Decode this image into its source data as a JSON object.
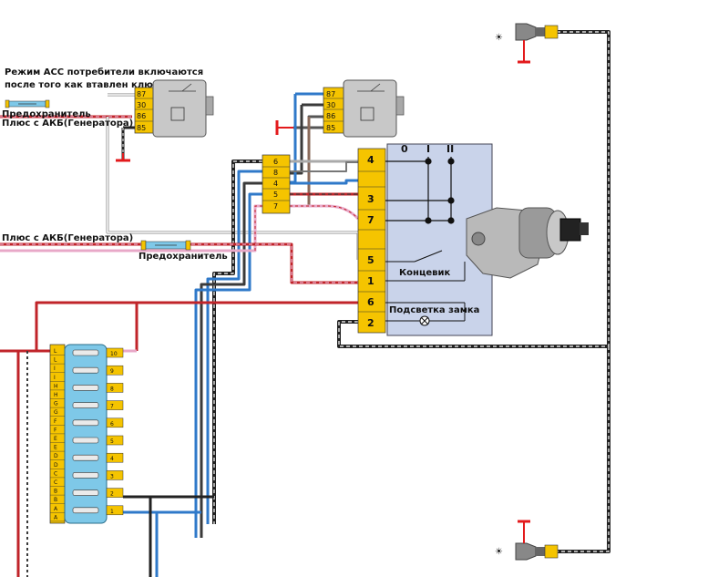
{
  "labels": {
    "acc_note_line1": "Режим ACC потребители включаются",
    "acc_note_line2": "после того как втавлен ключ",
    "fuse_top": "Предохранитель",
    "battery_top": "Плюс с АКБ(Генератора)",
    "battery_mid": "Плюс с АКБ(Генератора)",
    "fuse_mid": "Предохранитель",
    "limit_switch": "Концевик",
    "lock_light": "Подсветка замка"
  },
  "relay_pins": [
    "87",
    "30",
    "86",
    "85"
  ],
  "connector_small_pins": [
    "6",
    "8",
    "4",
    "5",
    "7"
  ],
  "switch_pins": [
    "4",
    "3",
    "7",
    "5",
    "1",
    "6",
    "2"
  ],
  "switch_positions": [
    "0",
    "I",
    "II"
  ],
  "fuse_block": {
    "left_pins": [
      "L",
      "L",
      "I",
      "I",
      "H",
      "H",
      "G",
      "G",
      "F",
      "F",
      "E",
      "E",
      "D",
      "D",
      "C",
      "C",
      "B",
      "B",
      "A",
      "A"
    ],
    "right_pins": [
      "10",
      "9",
      "8",
      "7",
      "6",
      "5",
      "4",
      "3",
      "2",
      "1"
    ]
  },
  "colors": {
    "connector": "#f5c400",
    "relay": "#c8c8c8",
    "switch_box": "#c9d3ea",
    "fuse": "#7ec8e8",
    "ground": "#e31a1c",
    "wire_pink": "#e8a8c8",
    "wire_blue": "#2f79c9",
    "wire_red": "#c0242a",
    "wire_dark": "#3a3a3a"
  }
}
